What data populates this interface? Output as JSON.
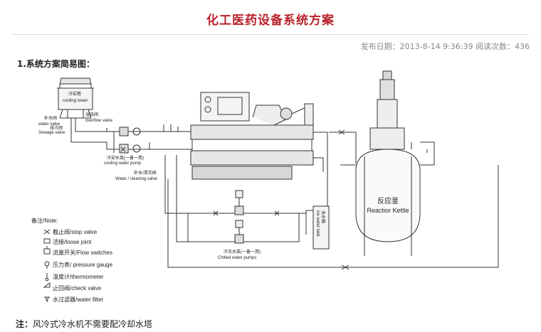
{
  "page": {
    "title": "化工医药设备系统方案",
    "meta": "发布日期：2013-8-14 9:36:39  阅读次数：436",
    "section_heading": "1.系统方案简易图："
  },
  "diagram": {
    "cooling_tower_cn": "冷却塔",
    "cooling_tower_en": "cooling tower",
    "overflow_cn": "溢流阀",
    "overflow_en": "overflow valve",
    "water_valve_cn": "补水阀",
    "water_valve_en": "water valve",
    "sewage_cn": "排污阀",
    "sewage_en": "Sewage valve",
    "cooling_pump_cn": "冷却水泵(一备一用)",
    "cooling_pump_en": "cooling water pump",
    "cleaning_cn": "补水/清洗阀",
    "cleaning_en": "Water / cleaning valve",
    "chilled_pump_cn": "冷冻水泵(一备一用)",
    "chilled_pump_en": "Chilled water pumps",
    "tank_cn": "冰水箱",
    "tank_en": "ice water tank",
    "reactor_cn": "反应釜",
    "reactor_en": "Reactior Kettle"
  },
  "legend": {
    "heading": "备注/Note:",
    "items": [
      {
        "icon": "stop-valve-icon",
        "label": "截止阀/stop valve"
      },
      {
        "icon": "loose-joint-icon",
        "label": "活接/loose joint"
      },
      {
        "icon": "flow-switch-icon",
        "label": "流量开关/Flow switches"
      },
      {
        "icon": "pressure-gauge-icon",
        "label": "压力表/ pressure gauge"
      },
      {
        "icon": "thermometer-icon",
        "label": "温度计/thermometer"
      },
      {
        "icon": "check-valve-icon",
        "label": "止回阀/check valve"
      },
      {
        "icon": "water-filter-icon",
        "label": "水过滤器/water filter"
      }
    ]
  },
  "footnote": {
    "prefix": "注：",
    "text": "风冷式冷水机不需要配冷却水塔"
  }
}
